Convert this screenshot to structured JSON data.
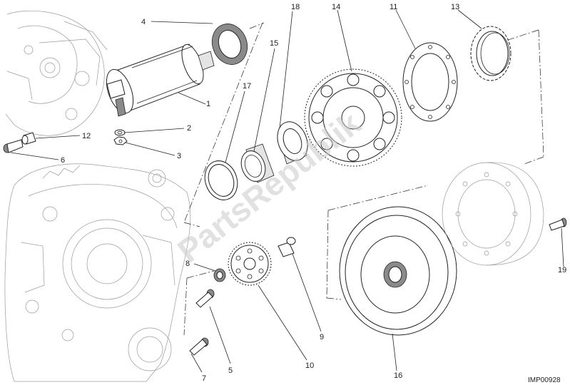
{
  "diagram": {
    "reference_code": "IMP00928",
    "watermark": "PartsRepublik",
    "callouts": [
      "1",
      "2",
      "3",
      "4",
      "5",
      "6",
      "7",
      "8",
      "9",
      "10",
      "11",
      "12",
      "13",
      "14",
      "15",
      "16",
      "17",
      "18",
      "19"
    ]
  }
}
